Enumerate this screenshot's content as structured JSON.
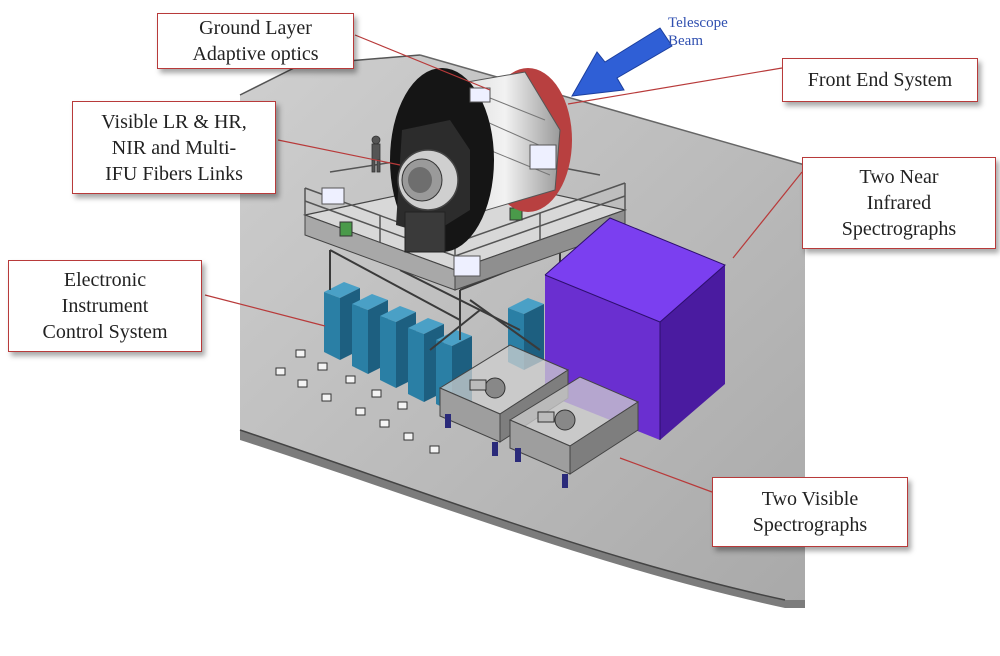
{
  "callouts": {
    "ground_layer": "Ground Layer\nAdaptive optics",
    "fibers": "Visible LR & HR,\nNIR and Multi-\nIFU Fibers Links",
    "front_end": "Front End System",
    "nir_spectro": "Two Near\nInfrared\nSpectrographs",
    "electronic": "Electronic\nInstrument\nControl System",
    "visible_spectro": "Two Visible\nSpectrographs"
  },
  "beam_label": "Telescope\nBeam",
  "colors": {
    "callout_border": "#b83a3a",
    "beam_arrow": "#2f5fd6",
    "nir_box": "#6a2fd0",
    "cabinets": "#2a7fa5",
    "platform": "#bdbdbd"
  }
}
